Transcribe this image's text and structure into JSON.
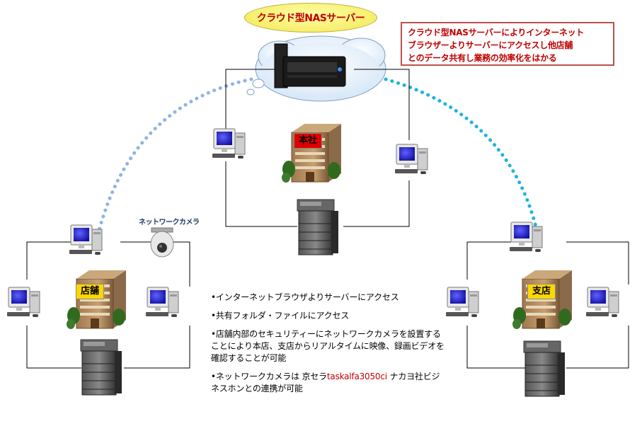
{
  "cloud_title": "クラウド型NASサーバー",
  "callout": {
    "lines": [
      "クラウド型NASサーバーによりインターネット",
      "ブラウザーよりサーバーにアクセスし他店舗",
      "とのデータ共有し業務の効率化をはかる"
    ]
  },
  "buildings": {
    "hq": "本社",
    "store": "店舗",
    "branch": "支店"
  },
  "camera_label": "ネットワークカメラ",
  "notes": {
    "item1": "•インターネットブラウザよりサーバーにアクセス",
    "item2": "•共有フォルダ・ファイルにアクセス",
    "item3": "•店舗内部のセキュリティーにネットワークカメラを設置することにより本店、支店からリアルタイムに映像、録画ビデオを確認することが可能",
    "item4_prefix": "•ネットワークカメラは 京セラ",
    "item4_model": "taskalfa3050ci",
    "item4_suffix": " ナカヨ社ビジネスホンとの連携が可能"
  },
  "colors": {
    "callout_border": "#c0504d",
    "title_text": "#c00000",
    "link_left": "#8eb4e3",
    "link_right": "#1fb3e0",
    "hq_label_bg": "#e00000",
    "site_label_bg": "#ffd700"
  }
}
